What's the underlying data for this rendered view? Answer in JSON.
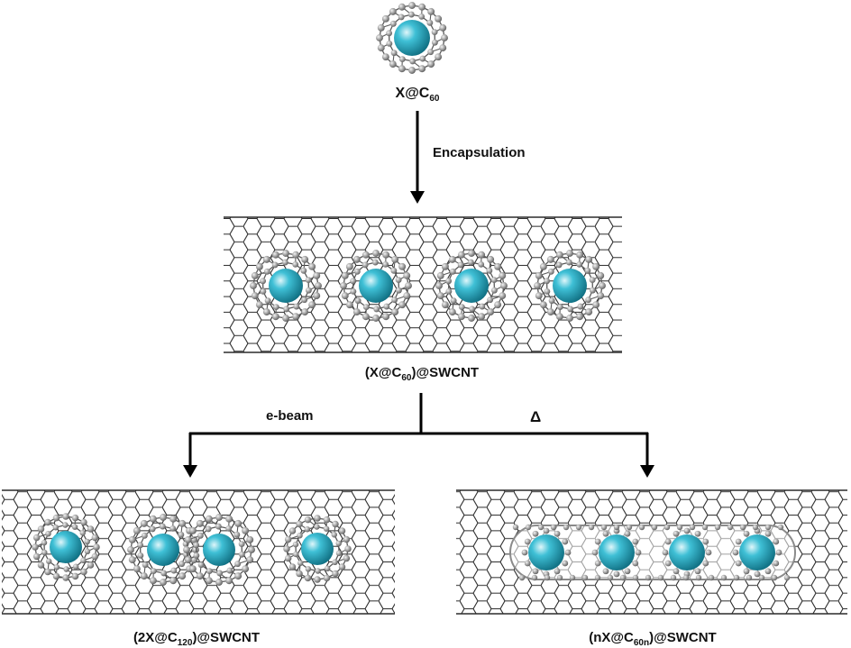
{
  "labels": {
    "fullerene": {
      "main": "X@C",
      "sub": "60",
      "suffix": ""
    },
    "step1": "Encapsulation",
    "peapod": {
      "pre": "(X@C",
      "sub": "60",
      "post": ")@SWCNT"
    },
    "ebeam": "e-beam",
    "heat": "Δ",
    "dimer": {
      "pre": "(2X@C",
      "sub": "120",
      "post": ")@SWCNT"
    },
    "nanotube": {
      "pre": "(nX@C",
      "sub": "60n",
      "post": ")@SWCNT"
    }
  },
  "colors": {
    "atom": "#9a9a9a",
    "bond": "#5a5a5a",
    "tube_line": "#2b2b2b",
    "core": "#2aa6bf",
    "arrow": "#000000"
  },
  "icons": [
    "fullerene-molecule",
    "nanotube-lattice",
    "encapsulated-atom"
  ]
}
